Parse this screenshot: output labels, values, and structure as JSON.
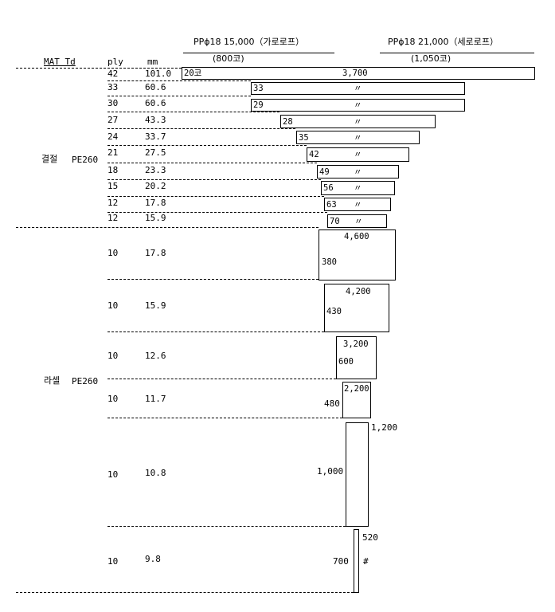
{
  "headers": {
    "h1": {
      "title": "PPϕ18 15,000（가로로프）",
      "sub": "(800코)"
    },
    "h2": {
      "title": "PPϕ18  21,000（세로로프）",
      "sub": "(1,050코)"
    },
    "col_mat": "MAT Td",
    "col_ply": "ply",
    "col_mm": "mm"
  },
  "sections": {
    "s1": {
      "name": "결절",
      "mat": "PE260"
    },
    "s2": {
      "name": "라셀",
      "mat": "PE260"
    }
  },
  "rows": [
    {
      "ply": "42",
      "mm": "101.0",
      "label": "20코",
      "mid": "3,700"
    },
    {
      "ply": "33",
      "mm": "60.6",
      "label": "33",
      "mid": "〃"
    },
    {
      "ply": "30",
      "mm": "60.6",
      "label": "29",
      "mid": "〃"
    },
    {
      "ply": "27",
      "mm": "43.3",
      "label": "28",
      "mid": "〃"
    },
    {
      "ply": "24",
      "mm": "33.7",
      "label": "35",
      "mid": "〃"
    },
    {
      "ply": "21",
      "mm": "27.5",
      "label": "42",
      "mid": "〃"
    },
    {
      "ply": "18",
      "mm": "23.3",
      "label": "49",
      "mid": "〃"
    },
    {
      "ply": "15",
      "mm": "20.2",
      "label": "56",
      "mid": "〃"
    },
    {
      "ply": "12",
      "mm": "17.8",
      "label": "63",
      "mid": "〃"
    },
    {
      "ply": "12",
      "mm": "15.9",
      "label": "70",
      "mid": "〃"
    }
  ],
  "blocks": [
    {
      "ply": "10",
      "mm": "17.8",
      "top": "4,600",
      "side": "380"
    },
    {
      "ply": "10",
      "mm": "15.9",
      "top": "4,200",
      "side": "430"
    },
    {
      "ply": "10",
      "mm": "12.6",
      "top": "3,200",
      "side": "600"
    },
    {
      "ply": "10",
      "mm": "11.7",
      "top": "2,200",
      "side": "480"
    },
    {
      "ply": "10",
      "mm": "10.8",
      "top": "1,200",
      "side": "1,000"
    },
    {
      "ply": "10",
      "mm": "9.8",
      "top": "520",
      "side": "700",
      "mark": "#"
    }
  ]
}
